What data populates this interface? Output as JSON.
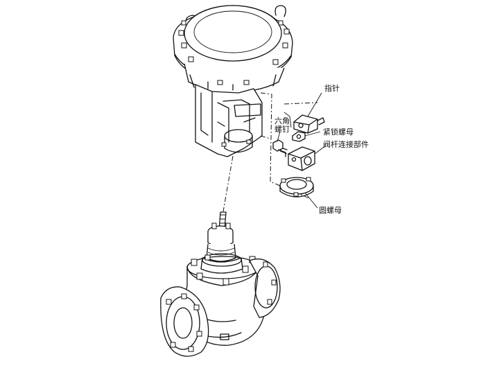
{
  "labels": {
    "pointer": "指针",
    "hex_screw_line1": "六角",
    "hex_screw_line2": "螺钉",
    "lock_nut": "紧锁螺母",
    "stem_connector": "阀杆连接部件",
    "round_nut": "圆螺母"
  }
}
